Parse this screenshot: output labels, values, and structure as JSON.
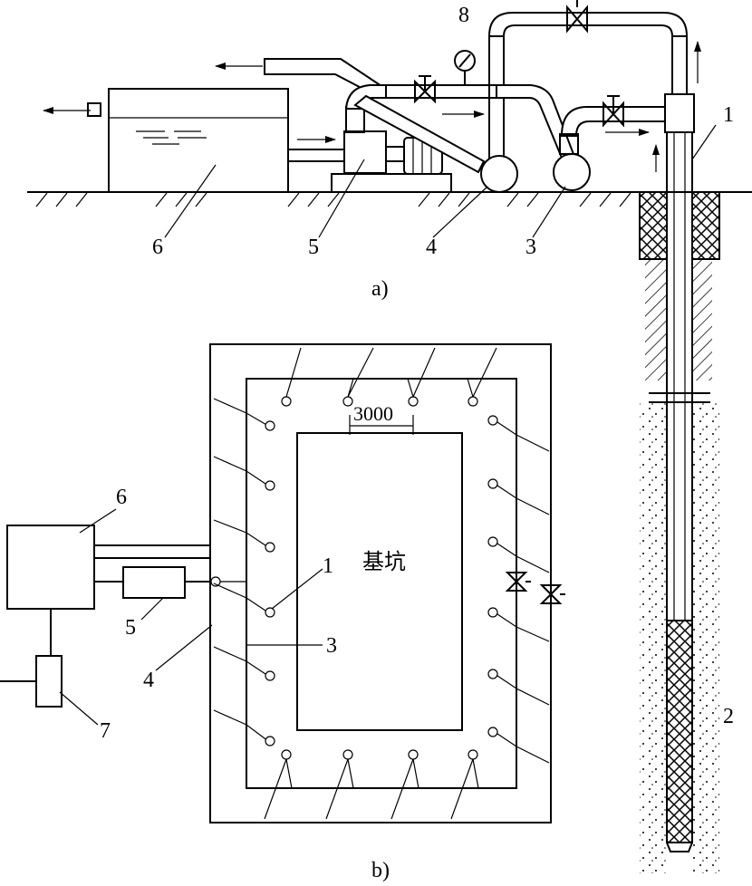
{
  "part_a": {
    "caption": "a)",
    "numbers": [
      "1",
      "2",
      "3",
      "4",
      "5",
      "6",
      "8"
    ]
  },
  "part_b": {
    "caption": "b)",
    "pit_label": "基坑",
    "dimension": "3000",
    "numbers": [
      "1",
      "3",
      "4",
      "5",
      "6",
      "7"
    ]
  }
}
